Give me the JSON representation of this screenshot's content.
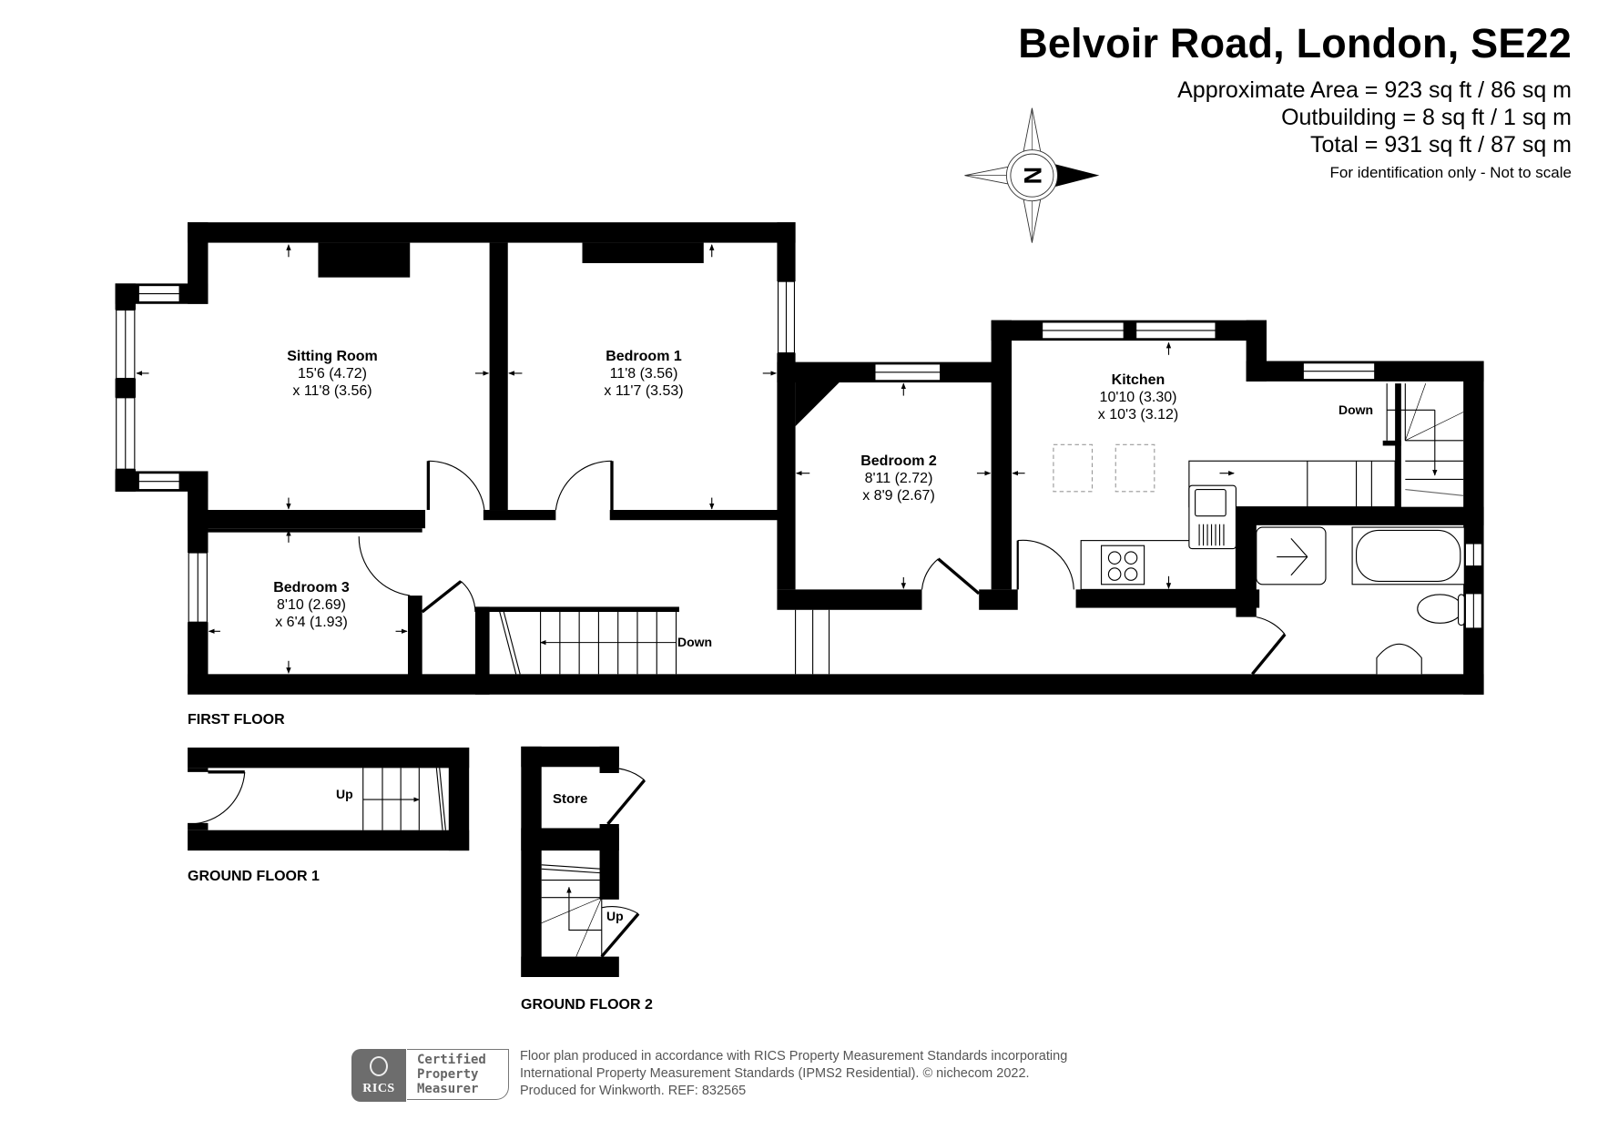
{
  "header": {
    "title": "Belvoir Road, London, SE22",
    "approximate_area": "Approximate Area = 923 sq ft / 86 sq m",
    "outbuilding": "Outbuilding = 8 sq ft / 1 sq m",
    "total": "Total = 931 sq ft / 87 sq m",
    "scale_note": "For identification only - Not to scale"
  },
  "compass": {
    "label": "N"
  },
  "rooms": {
    "sitting_room": {
      "name": "Sitting Room",
      "dim1": "15'6 (4.72)",
      "dim2": "x 11'8 (3.56)"
    },
    "bedroom1": {
      "name": "Bedroom 1",
      "dim1": "11'8 (3.56)",
      "dim2": "x 11'7 (3.53)"
    },
    "bedroom2": {
      "name": "Bedroom 2",
      "dim1": "8'11 (2.72)",
      "dim2": "x 8'9 (2.67)"
    },
    "bedroom3": {
      "name": "Bedroom 3",
      "dim1": "8'10 (2.69)",
      "dim2": "x 6'4 (1.93)"
    },
    "kitchen": {
      "name": "Kitchen",
      "dim1": "10'10 (3.30)",
      "dim2": "x 10'3 (3.12)"
    },
    "store": {
      "name": "Store"
    }
  },
  "stairs": {
    "first_floor_main": "Down",
    "first_floor_kitchen": "Down",
    "ground_floor_1": "Up",
    "ground_floor_2": "Up"
  },
  "floors": {
    "first": "FIRST FLOOR",
    "ground1": "GROUND FLOOR 1",
    "ground2": "GROUND FLOOR 2"
  },
  "footer": {
    "rics_logo": "RICS",
    "badge_line1": "Certified",
    "badge_line2": "Property",
    "badge_line3": "Measurer",
    "line1": "Floor plan produced in accordance with RICS Property Measurement Standards incorporating",
    "line2": "International Property Measurement Standards (IPMS2 Residential).   © nichecom 2022.",
    "line3": "Produced for Winkworth.   REF: 832565"
  }
}
